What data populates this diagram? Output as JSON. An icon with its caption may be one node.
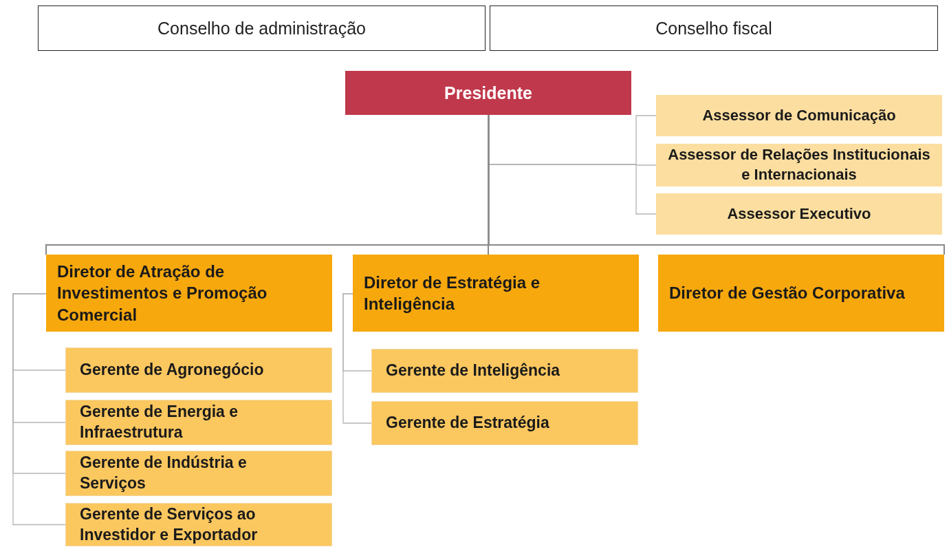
{
  "diagram": {
    "nodes": [
      {
        "text": [
          "Conselho de administração"
        ]
      },
      {
        "text": [
          "Conselho fiscal"
        ]
      },
      {
        "text": [
          "Presidente"
        ]
      },
      {
        "text": [
          "Assessor de Comunicação"
        ]
      },
      {
        "text": [
          "Assessor de Relações Institucionais e Internacionais"
        ]
      },
      {
        "text": [
          "Assessor Executivo"
        ]
      },
      {
        "text": [
          "Diretor de Atração de Investimentos e Promoção Comercial"
        ]
      },
      {
        "text": [
          "Diretor de Estratégia e Inteligência"
        ]
      },
      {
        "text": [
          "Diretor de Gestão Corporativa"
        ]
      },
      {
        "text": [
          "Gerente de Agronegócio"
        ]
      },
      {
        "text": [
          "Gerente de Energia e Infraestrutura"
        ]
      },
      {
        "text": [
          "Gerente de Indústria e Serviços"
        ]
      },
      {
        "text": [
          "Gerente de Serviços ao Investidor e Exportador"
        ]
      },
      {
        "text": [
          "Gerente de Inteligência"
        ]
      },
      {
        "text": [
          "Gerente de Estratégia"
        ]
      }
    ],
    "edges": [
      {
        "from": 2,
        "to": 3,
        "arrow": "none"
      },
      {
        "from": 2,
        "to": 4,
        "arrow": "none"
      },
      {
        "from": 2,
        "to": 5,
        "arrow": "none"
      },
      {
        "from": 2,
        "to": 6,
        "arrow": "none",
        "color": "#888888"
      },
      {
        "from": 2,
        "to": 7,
        "arrow": "none",
        "color": "#888888"
      },
      {
        "from": 2,
        "to": 8,
        "arrow": "none",
        "color": "#888888"
      },
      {
        "from": 6,
        "to": 9,
        "arrow": "none"
      },
      {
        "from": 6,
        "to": 10,
        "arrow": "none"
      },
      {
        "from": 6,
        "to": 11,
        "arrow": "none"
      },
      {
        "from": 6,
        "to": 12,
        "arrow": "none"
      },
      {
        "from": 7,
        "to": 13,
        "arrow": "none"
      },
      {
        "from": 7,
        "to": 14,
        "arrow": "none"
      }
    ]
  }
}
